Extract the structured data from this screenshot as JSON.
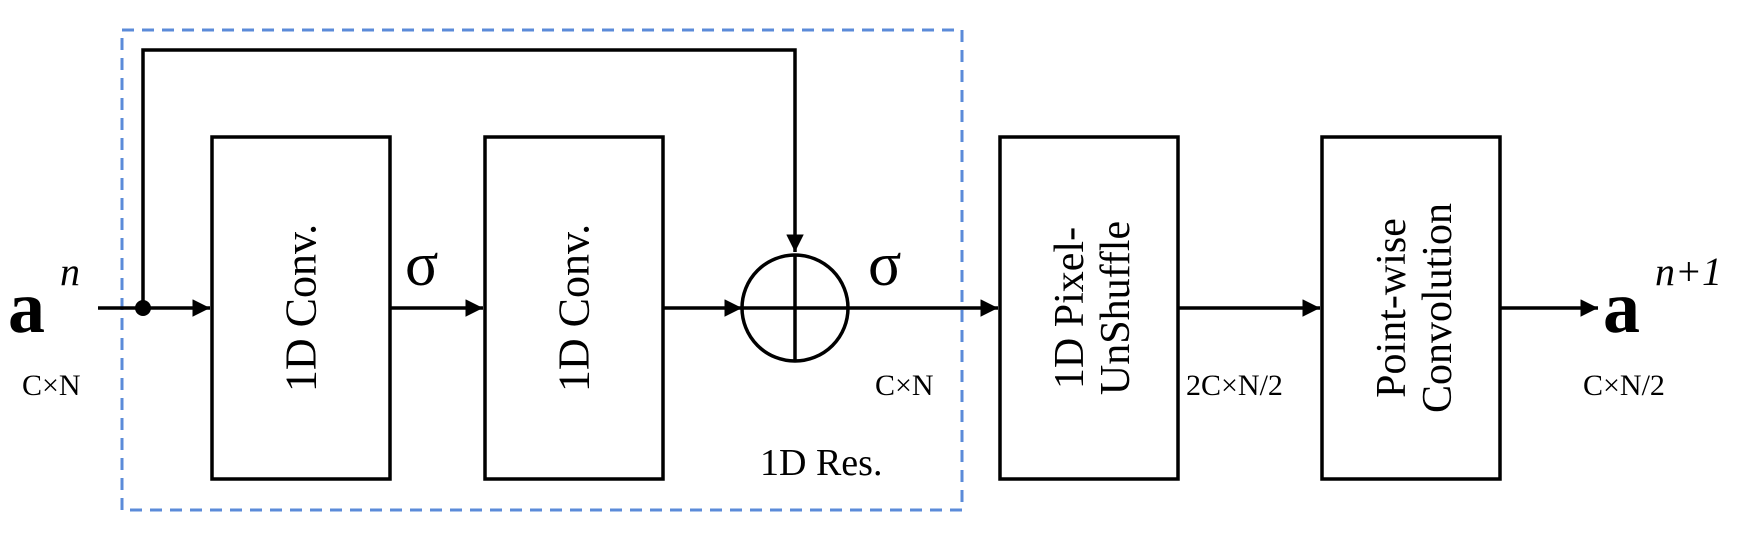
{
  "input": {
    "symbol": "a",
    "superscript": "n",
    "dims": "C×N"
  },
  "output": {
    "symbol": "a",
    "superscript": "n+1",
    "dims": "C×N/2"
  },
  "residual_block": {
    "label": "1D Res.",
    "conv1": "1D Conv.",
    "conv2": "1D Conv.",
    "activation_inner": "σ",
    "activation_outer": "σ",
    "dims_out": "C×N"
  },
  "unshuffle": {
    "line1": "1D Pixel-",
    "line2": "UnShuffle",
    "dims_out": "2C×N/2"
  },
  "pointwise": {
    "line1": "Point-wise",
    "line2": "Convolution"
  },
  "colors": {
    "dashed_border": "#5b8bd9",
    "stroke": "#000000"
  }
}
